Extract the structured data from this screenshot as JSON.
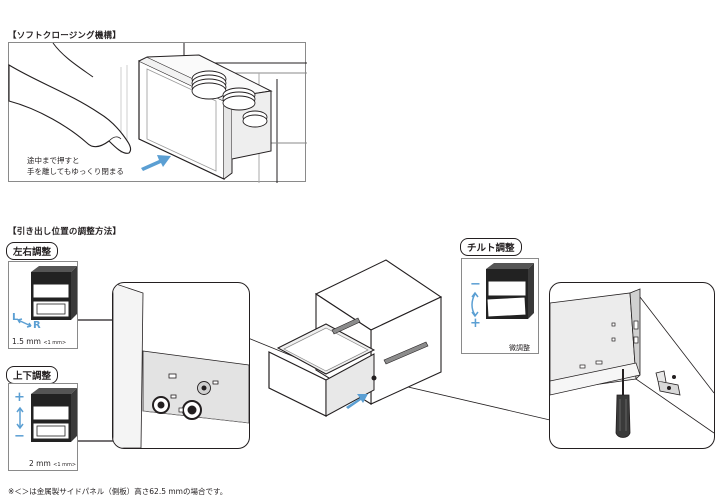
{
  "soft_close": {
    "heading": "【ソフトクロージング機構】",
    "caption_line1": "途中まで押すと",
    "caption_line2": "手を離してもゆっくり閉まる"
  },
  "adjust": {
    "heading": "【引き出し位置の調整方法】",
    "left_right": {
      "tag": "左右調整",
      "letter_l": "L",
      "letter_r": "R",
      "amount": "1.5 mm",
      "amount_note": "<1 mm>"
    },
    "up_down": {
      "tag": "上下調整",
      "plus": "+",
      "minus": "−",
      "amount": "2 mm",
      "amount_note": "<1 mm>"
    },
    "tilt": {
      "tag": "チルト調整",
      "minus": "−",
      "plus": "+",
      "note": "微調整"
    }
  },
  "footnote": "※＜＞は金属製サイドパネル（側板）高さ62.5 mmの場合です。",
  "colors": {
    "accent_blue": "#5b9fd3",
    "line": "#231f20",
    "panel_border": "#8a8a8a",
    "gray_fill": "#e3e3e3"
  }
}
